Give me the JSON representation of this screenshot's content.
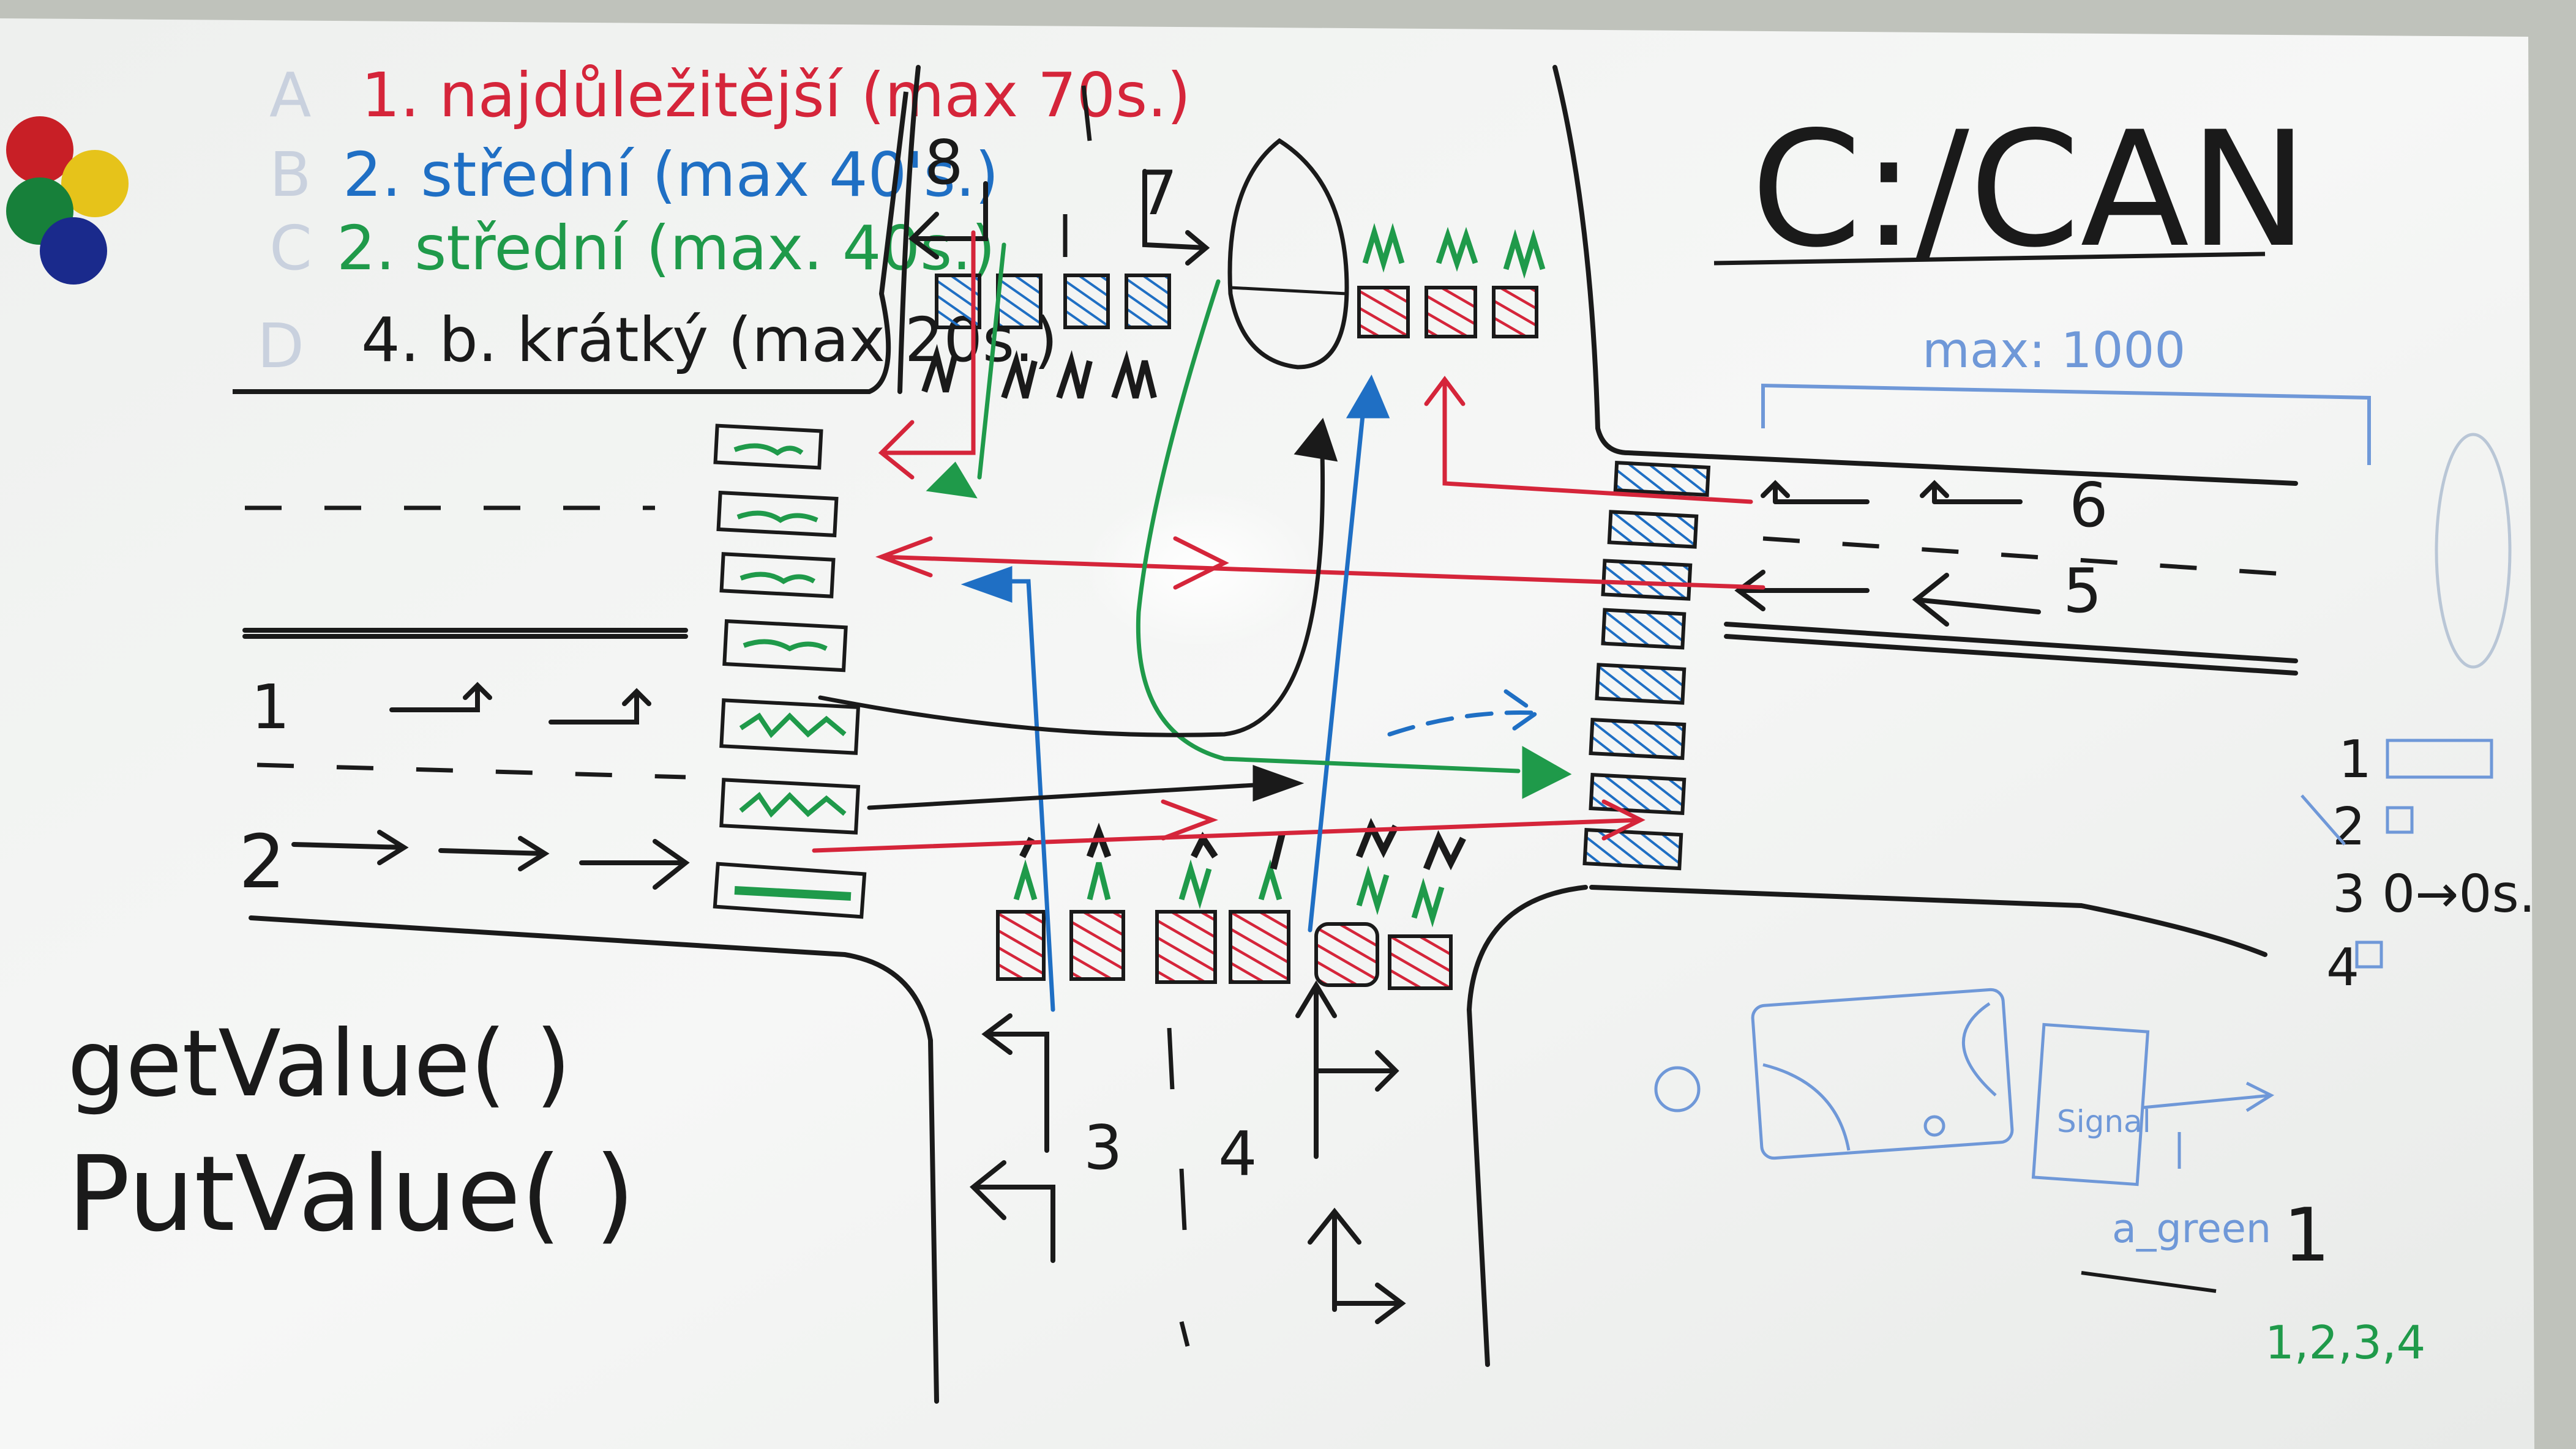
{
  "legend": [
    {
      "letter": "A",
      "text": "1. najdůležitější (max 70s.)",
      "color": "#d5253a"
    },
    {
      "letter": "B",
      "text": "2. střední (max 40's.)",
      "color": "#1f6fc4"
    },
    {
      "letter": "C",
      "text": "2. střední (max. 40s.)",
      "color": "#1f9a4a"
    },
    {
      "letter": "D",
      "text": "4. b. krátký (max 20s.)",
      "color": "#1a1a1a"
    }
  ],
  "title": "C:/CAN",
  "max_note": "max: 1000",
  "lanes": {
    "l1": "1",
    "l2": "2",
    "l3": "3",
    "l4": "4",
    "l5": "5",
    "l6": "6",
    "l7": "7",
    "l8": "8"
  },
  "code": {
    "get_value": "getValue( )",
    "put_value": "PutValue( )"
  },
  "right_list": {
    "n1": "1",
    "n2": "2",
    "n3": "3 0→0s.",
    "n4": "4"
  },
  "sketch": {
    "signal_label": "Signal",
    "green_label": "a_green",
    "green_value": "1",
    "sequence": "1,2,3,4"
  },
  "colors": {
    "red": "#d5253a",
    "blue": "#1f6fc4",
    "green": "#1f9a4a",
    "black": "#1a1a1a",
    "light_blue": "#6f98d8"
  }
}
